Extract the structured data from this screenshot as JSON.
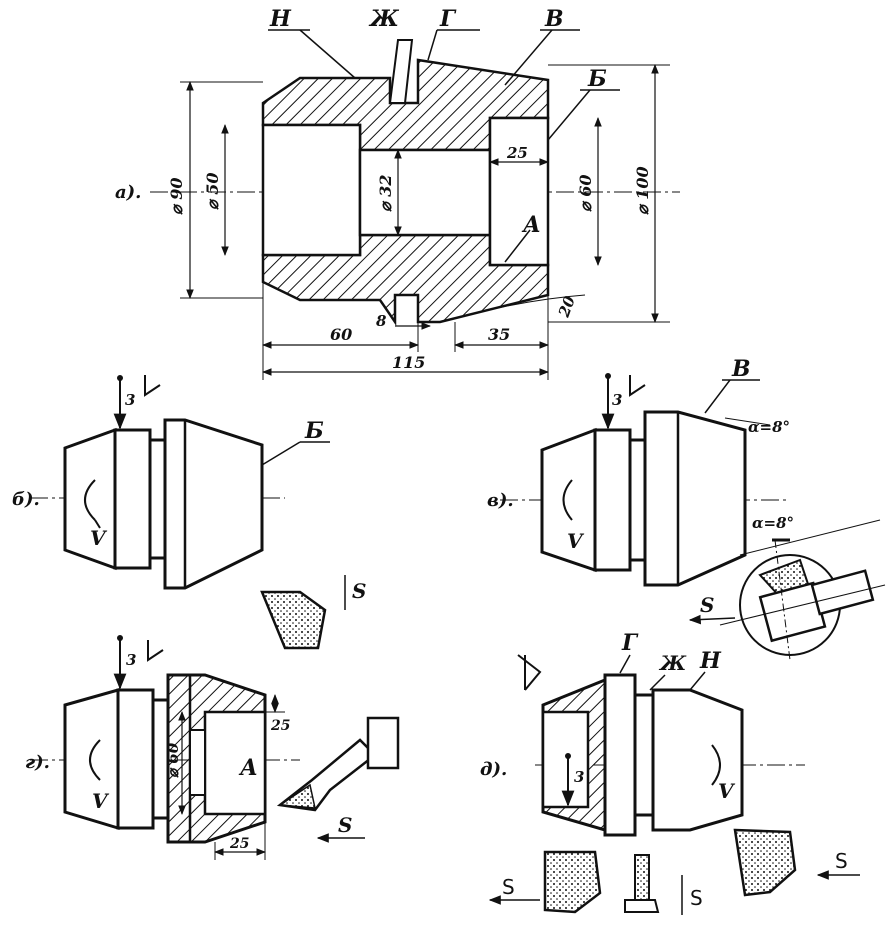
{
  "views": {
    "a": {
      "label": "а).",
      "letters": {
        "N": "Н",
        "Zh": "Ж",
        "G": "Г",
        "V": "В",
        "B": "Б",
        "A": "А"
      },
      "dims": {
        "d90": "⌀ 90",
        "d50": "⌀ 50",
        "d32": "⌀ 32",
        "d60": "⌀ 60",
        "d100": "⌀ 100",
        "l25": "25",
        "l60": "60",
        "l35": "35",
        "l115": "115",
        "w8": "8",
        "angle20": "20"
      }
    },
    "b": {
      "label": "б).",
      "mark": "Б",
      "v": "V",
      "s": "S",
      "z": "3"
    },
    "v": {
      "label": "в).",
      "mark": "В",
      "alpha": "α=8°",
      "alpha2": "α=8°",
      "v": "V",
      "s": "S",
      "z": "3"
    },
    "g": {
      "label": "г).",
      "d60": "⌀ 60",
      "l25a": "25",
      "l25b": "25",
      "markA": "А",
      "v": "V",
      "s": "S",
      "z": "3"
    },
    "d": {
      "label": "д).",
      "markG": "Г",
      "markZh": "Ж",
      "markN": "Н",
      "v": "V",
      "s1": "S",
      "s2": "S",
      "s3": "S",
      "z": "3"
    }
  }
}
